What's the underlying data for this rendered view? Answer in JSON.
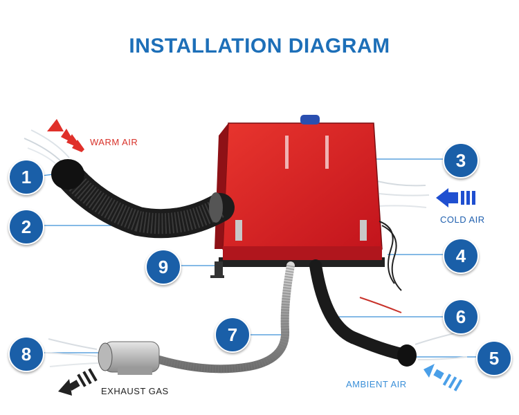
{
  "title": "INSTALLATION DIAGRAM",
  "labels": {
    "warm_air": "WARM AIR",
    "cold_air": "COLD AIR",
    "ambient_air": "AMBIENT AIR",
    "exhaust_gas": "EXHAUST GAS"
  },
  "callouts": [
    "1",
    "2",
    "3",
    "4",
    "5",
    "6",
    "7",
    "8",
    "9"
  ],
  "colors": {
    "title": "#1d6fb8",
    "badge": "#1a5fa8",
    "heater_body": "#d71f26",
    "warm_arrow": "#e0302a",
    "cold_arrow": "#1f4fd0",
    "ambient_arrow": "#4a9fe8",
    "exhaust_arrow": "#222222"
  }
}
